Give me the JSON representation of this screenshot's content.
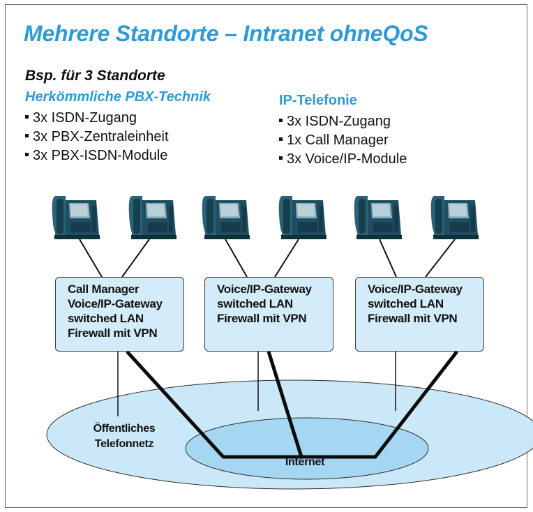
{
  "title": "Mehrere Standorte – Intranet ohneQoS",
  "example": "Bsp. für 3 Standorte",
  "left_column": {
    "heading": "Herkömmliche PBX-Technik",
    "items": [
      "3x ISDN-Zugang",
      "3x PBX-Zentraleinheit",
      "3x PBX-ISDN-Module"
    ]
  },
  "right_column": {
    "heading": "IP-Telefonie",
    "items": [
      "3x ISDN-Zugang",
      "1x Call Manager",
      "3x Voice/IP-Module"
    ]
  },
  "sites": [
    {
      "lines": [
        "Call Manager",
        "Voice/IP-Gateway",
        "switched LAN",
        "Firewall mit VPN"
      ]
    },
    {
      "lines": [
        "Voice/IP-Gateway",
        "switched LAN",
        "Firewall mit VPN"
      ]
    },
    {
      "lines": [
        "Voice/IP-Gateway",
        "switched LAN",
        "Firewall mit VPN"
      ]
    }
  ],
  "networks": {
    "public": [
      "Öffentliches",
      "Telefonnetz"
    ],
    "internet": "Internet"
  },
  "colors": {
    "accent": "#2e9ad6",
    "box_fill": "#d4ecf9",
    "outer_ellipse": "#cbe8f8",
    "inner_ellipse": "#a5d6f2",
    "phone": "#1d4e62"
  },
  "phone_icon": "ip-desk-phone-icon"
}
